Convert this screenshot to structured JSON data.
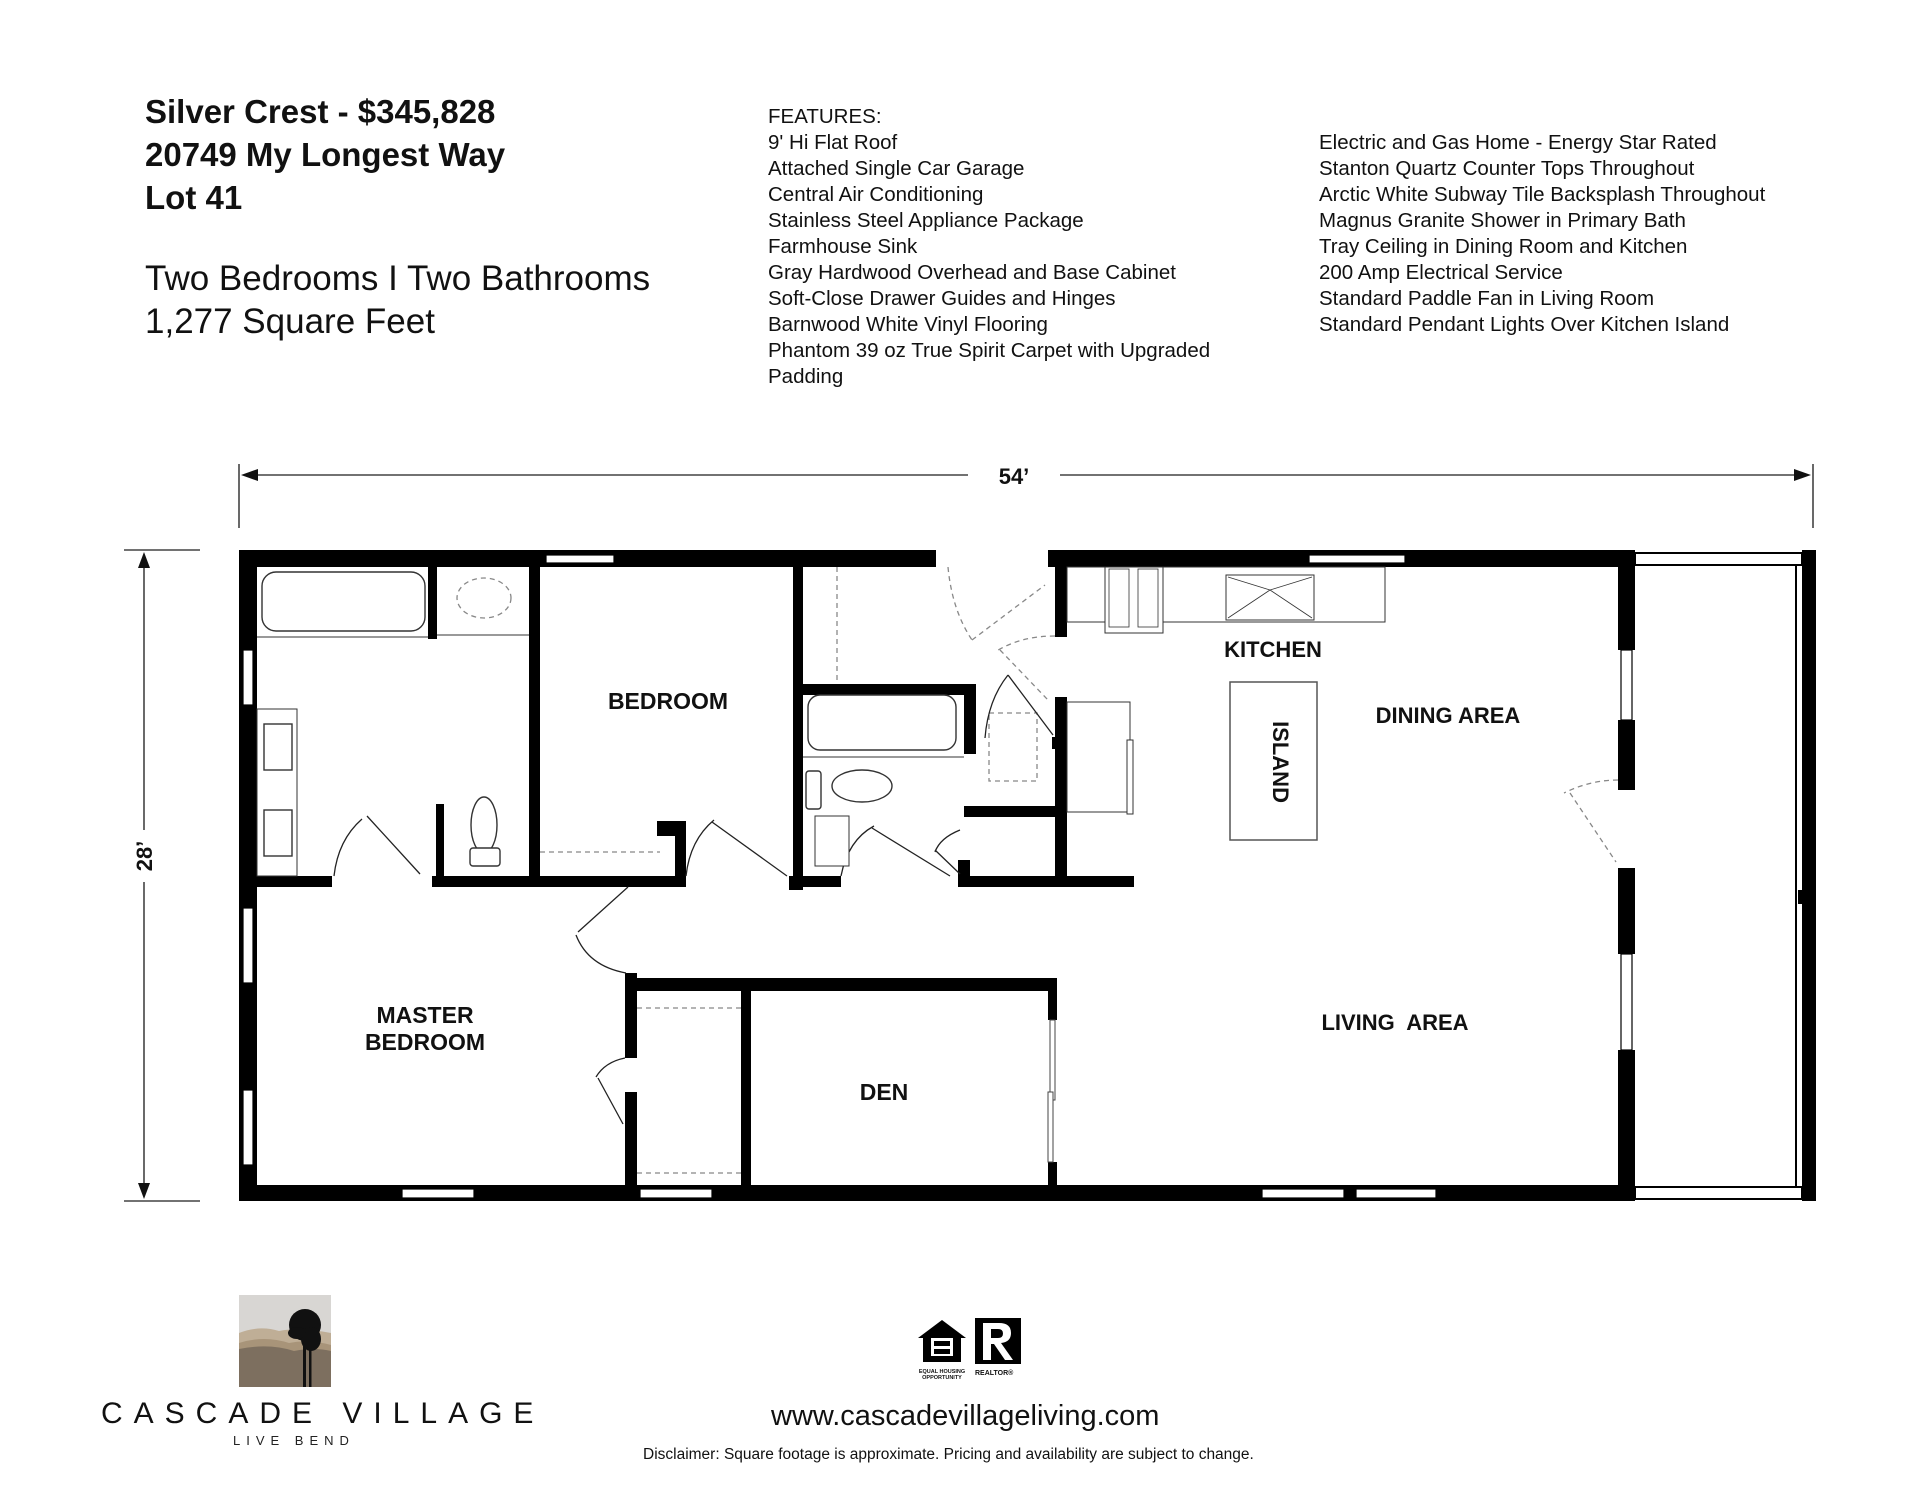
{
  "header": {
    "lines": [
      "Silver Crest - $345,828",
      "20749 My Longest Way",
      "Lot 41"
    ],
    "summary": [
      "Two Bedrooms I Two Bathrooms",
      "1,277 Square Feet"
    ]
  },
  "features": {
    "heading": "FEATURES:",
    "column1": [
      "9' Hi Flat Roof",
      "Attached Single Car Garage",
      "Central Air Conditioning",
      "Stainless Steel Appliance Package",
      "Farmhouse Sink",
      "Gray Hardwood Overhead and Base Cabinet",
      "Soft-Close Drawer Guides and Hinges",
      "Barnwood White Vinyl Flooring",
      "Phantom 39 oz True Spirit Carpet with Upgraded",
      "Padding"
    ],
    "column2": [
      "Electric and Gas Home - Energy Star Rated",
      "Stanton Quartz Counter Tops Throughout",
      "Arctic White Subway Tile Backsplash Throughout",
      "Magnus Granite Shower in Primary Bath",
      "Tray Ceiling in Dining Room and Kitchen",
      "200 Amp Electrical Service",
      "Standard Paddle Fan in Living Room",
      "Standard Pendant Lights Over Kitchen Island"
    ]
  },
  "floorplan": {
    "width_label": "54’",
    "depth_label": "28’",
    "rooms": {
      "bedroom": "BEDROOM",
      "master_line1": "MASTER",
      "master_line2": "BEDROOM",
      "kitchen": "KITCHEN",
      "island": "ISLAND",
      "dining": "DINING AREA",
      "living": "LIVING  AREA",
      "den": "DEN"
    },
    "colors": {
      "wall": "#000000",
      "fixture": "#333333",
      "dashed": "#888888"
    }
  },
  "footer": {
    "brand": "CASCADE VILLAGE",
    "brand_tagline": "LIVE BEND",
    "eho_label1": "EQUAL HOUSING",
    "eho_label2": "OPPORTUNITY",
    "realtor_label": "REALTOR®",
    "website": "www.cascadevillageliving.com",
    "disclaimer": "Disclaimer: Square footage is approximate. Pricing and availability are subject to change.",
    "logo_colors": {
      "sky": "#d7d5d2",
      "hill_light": "#bfae96",
      "hill_mid": "#a89479",
      "hill_dark": "#7d6f5f",
      "tree": "#111111"
    }
  }
}
